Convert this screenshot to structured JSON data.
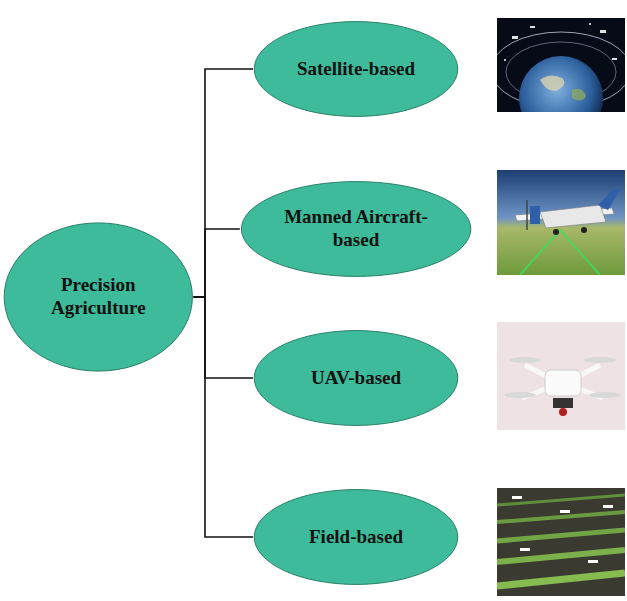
{
  "diagram": {
    "nodes": [
      {
        "text": [
          "Precision Agriculture"
        ]
      },
      {
        "text": [
          "Satellite-based"
        ]
      },
      {
        "text": [
          "Manned Aircraft-based"
        ]
      },
      {
        "text": [
          "UAV-based"
        ]
      },
      {
        "text": [
          "Field-based"
        ]
      }
    ],
    "edges": [
      {
        "from": 0,
        "to": 1,
        "arrow": "none"
      },
      {
        "from": 0,
        "to": 2,
        "arrow": "none"
      },
      {
        "from": 0,
        "to": 3,
        "arrow": "none"
      },
      {
        "from": 0,
        "to": 4,
        "arrow": "none"
      }
    ]
  }
}
